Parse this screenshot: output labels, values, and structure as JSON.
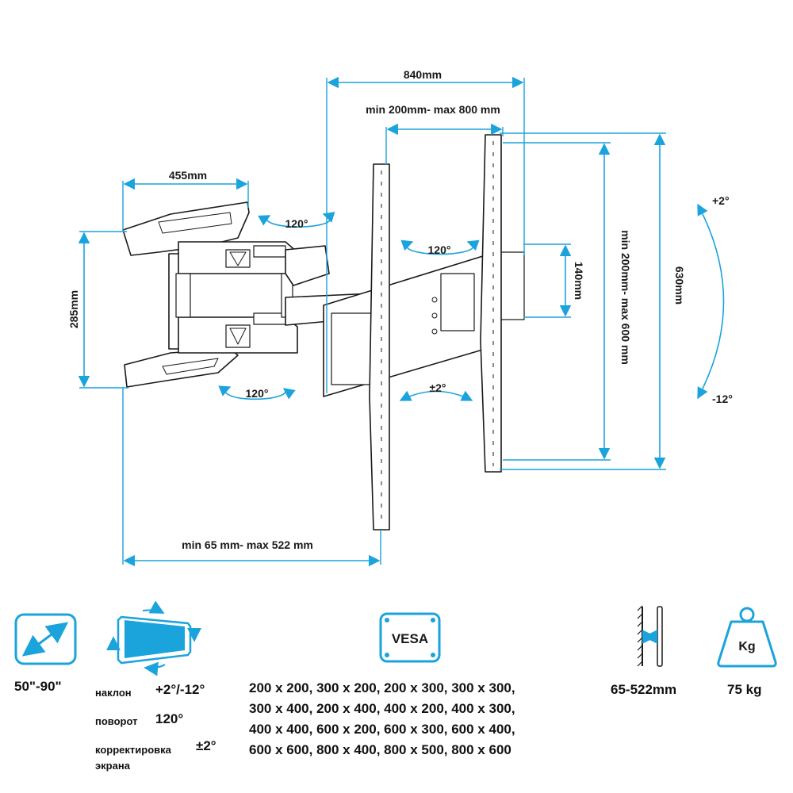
{
  "colors": {
    "accent": "#1ba3dc",
    "outline": "#1a1a1a",
    "fill": "#ffffff"
  },
  "dimensions": {
    "width_840": "840mm",
    "vesa_h": "min 200mm- max 800 mm",
    "arm_455": "455mm",
    "plate_285": "285mm",
    "rot_arm_top": "120°",
    "rot_center": "120°",
    "rot_arm_bottom": "120°",
    "level": "±2°",
    "depth": "min 65 mm- max 522 mm",
    "plate_140": "140mm",
    "vesa_v": "min 200mm- max 600 mm",
    "height_630": "630mm",
    "tilt_up": "+2°",
    "tilt_down": "-12°"
  },
  "specs": {
    "screen_size": "50\"-90\"",
    "tilt_label": "наклон",
    "tilt_value": "+2°/-12°",
    "swivel_label": "поворот",
    "swivel_value": "120°",
    "level_label_line1": "корректировка",
    "level_label_line2": "экрана",
    "level_value": "±2°",
    "vesa_badge": "VESA",
    "vesa_lines": [
      "200 x 200, 300 x 200, 200 x 300, 300 x 300,",
      "300 x 400, 200 x 400, 400 x 200, 400 x 300,",
      "400 x 400, 600 x 200, 600 x 300, 600 x 400,",
      "600 x 600, 800 x 400, 800 x 500, 800 x 600"
    ],
    "wall_distance": "65-522mm",
    "weight_badge": "Kg",
    "max_load": "75 kg"
  }
}
